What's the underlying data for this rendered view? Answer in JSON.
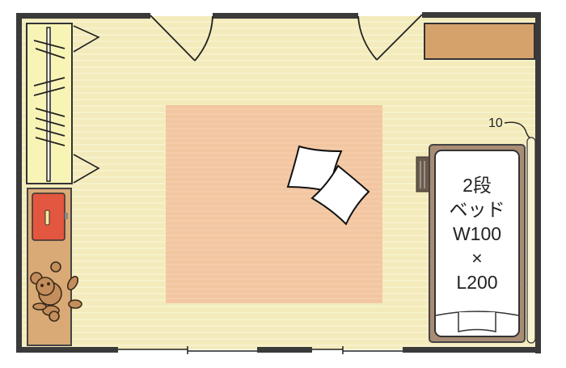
{
  "floorplan": {
    "title": "Kids room layout",
    "colors": {
      "wall": "#3a3a3a",
      "floor": "#f3ebbb",
      "rug": "#f2c6a1",
      "closet": "#f8f4b6",
      "storage": "#d9aa76",
      "desk": "#d6a26c",
      "toybox_red": "#e3563f",
      "bed_frame": "#a88c74",
      "bed_mattress": "#ffffff"
    },
    "bed": {
      "label_line1": "2段",
      "label_line2": "ベッド",
      "label_line3": "W100",
      "label_line4": "×",
      "label_line5": "L200"
    },
    "dimension_label": "10",
    "furniture": [
      {
        "name": "closet",
        "icon": "hanger-rail-icon"
      },
      {
        "name": "toy-storage",
        "icon": "teddy-bear-icon"
      },
      {
        "name": "desk",
        "icon": "desk-icon"
      },
      {
        "name": "rug",
        "icon": "rug-icon"
      },
      {
        "name": "cushions",
        "icon": "cushion-icon",
        "count": 2
      },
      {
        "name": "bunk-bed",
        "icon": "bed-icon"
      },
      {
        "name": "ladder",
        "icon": "ladder-icon"
      }
    ],
    "doors": [
      {
        "name": "door-left",
        "position": "top"
      },
      {
        "name": "door-right",
        "position": "top"
      }
    ],
    "windows": [
      {
        "name": "window-left",
        "position": "bottom"
      },
      {
        "name": "window-right",
        "position": "bottom"
      }
    ]
  }
}
